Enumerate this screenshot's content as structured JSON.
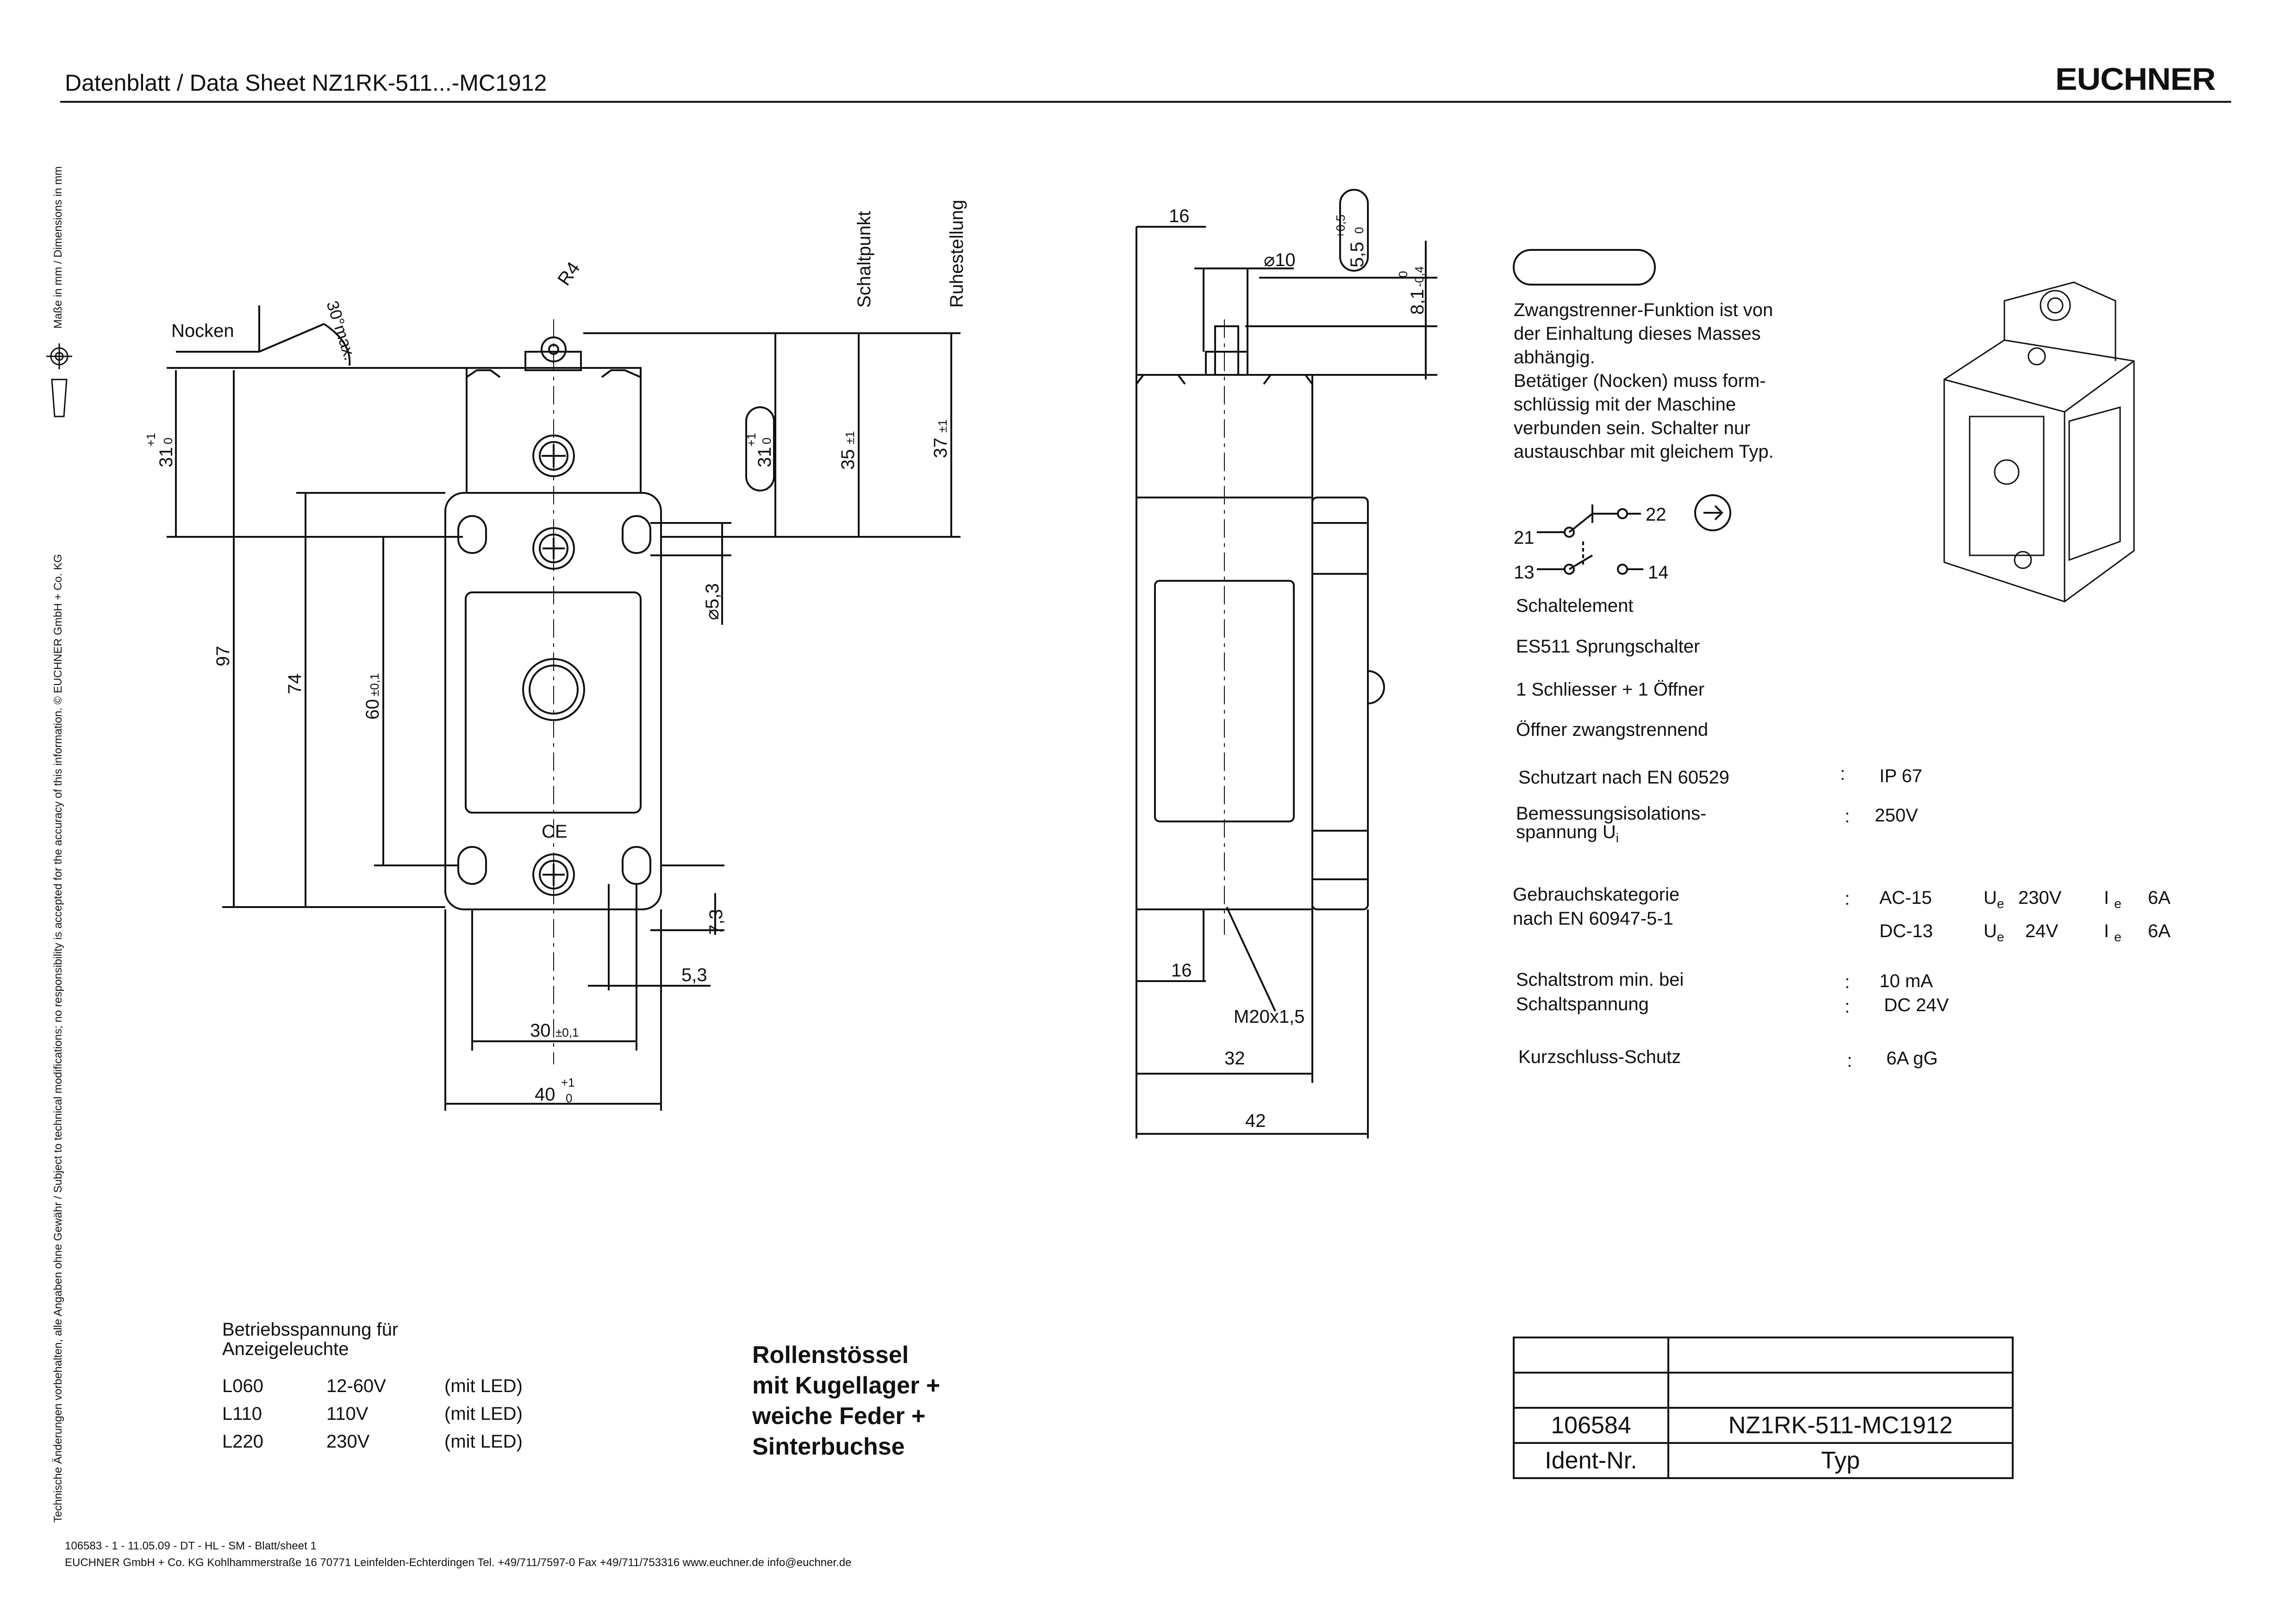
{
  "header": {
    "title": "Datenblatt / Data Sheet  NZ1RK-511...-MC1912",
    "brand": "EUCHNER"
  },
  "sidebar": {
    "text": "Technische Änderungen vorbehalten, alle Angaben ohne Gewähr / Subject to technical modifications;    no responsibility is accepted for the accuracy of this information.    © EUCHNER GmbH + Co. KG",
    "dimensions_note": "Maße in mm / Dimensions in mm"
  },
  "front_view": {
    "label_nocken": "Nocken",
    "angle_label": "30°max.",
    "radius_label": "R4",
    "label_schaltpunkt": "Schaltpunkt",
    "label_ruhestellung": "Ruhestellung",
    "dim_31": "31",
    "dim_31_tol_upper": "+1",
    "dim_31_tol_lower": "0",
    "dim_35": "35",
    "dim_35_tol": "±1",
    "dim_37": "37",
    "dim_37_tol": "±1",
    "dim_97": "97",
    "dim_74": "74",
    "dim_60": "60",
    "dim_60_tol": "±0,1",
    "dim_hole": "⌀5,3",
    "dim_73": "7,3",
    "dim_53": "5,3",
    "dim_30": "30",
    "dim_30_tol": "±0,1",
    "dim_40": "40",
    "dim_40_tol_upper": "+1",
    "dim_40_tol_lower": "0"
  },
  "side_view": {
    "dim_16_top": "16",
    "dim_d10": "⌀10",
    "dim_55": "5,5",
    "dim_55_tol_upper": "+0,5",
    "dim_55_tol_lower": "0",
    "dim_81": "8,1",
    "dim_81_tol_upper": "0",
    "dim_81_tol_lower": "-0,4",
    "dim_16_bottom": "16",
    "thread": "M20x1,5",
    "dim_32": "32",
    "dim_42": "42"
  },
  "info": {
    "function_text": [
      "Zwangstrenner-Funktion ist von",
      "der Einhaltung dieses Masses",
      "abhängig.",
      "Betätiger (Nocken) muss form-",
      "schlüssig mit der Maschine",
      "verbunden sein. Schalter nur",
      "austauschbar mit gleichem Typ."
    ],
    "contact_labels": {
      "c21": "21",
      "c22": "22",
      "c13": "13",
      "c14": "14"
    },
    "schaltelement": "Schaltelement",
    "element_type": "ES511  Sprungschalter",
    "contacts": "1 Schliesser + 1 Öffner",
    "oeffner": "Öffner zwangstrennend",
    "specs": [
      {
        "label": "Schutzart nach EN 60529",
        "sep": ":",
        "value": "IP 67"
      },
      {
        "label": "Bemessungsisolations-",
        "label2": "spannung U",
        "sub": "i",
        "sep": ":",
        "value": "250V"
      }
    ],
    "gebrauch_label1": "Gebrauchskategorie",
    "gebrauch_label2": "nach EN 60947-5-1",
    "gebrauch_sep": ":",
    "gebrauch_rows": [
      {
        "cat": "AC-15",
        "u": "U",
        "u_sub": "e",
        "u_val": "230V",
        "i": "I",
        "i_sub": "e",
        "i_val": "6A"
      },
      {
        "cat": "DC-13",
        "u": "U",
        "u_sub": "e",
        "u_val": "24V",
        "i": "I",
        "i_sub": "e",
        "i_val": "6A"
      }
    ],
    "schaltstrom_label": "Schaltstrom min. bei",
    "schaltstrom_value": "10 mA",
    "schaltspannung_label": "Schaltspannung",
    "schaltspannung_value": "DC 24V",
    "kurzschluss_label": "Kurzschluss-Schutz",
    "kurzschluss_value": "6A gG"
  },
  "lamp": {
    "heading1": "Betriebsspannung für",
    "heading2": "Anzeigeleuchte",
    "rows": [
      {
        "code": "L060",
        "voltage": "12-60V",
        "note": "(mit LED)"
      },
      {
        "code": "L110",
        "voltage": "110V",
        "note": "(mit LED)"
      },
      {
        "code": "L220",
        "voltage": "230V",
        "note": "(mit LED)"
      }
    ]
  },
  "title_block": {
    "lines": [
      "Rollenstössel",
      "mit Kugellager +",
      "weiche Feder +",
      "Sinterbuchse"
    ]
  },
  "ident_table": {
    "ident_nr": "106584",
    "typ": "NZ1RK-511-MC1912",
    "ident_header": "Ident-Nr.",
    "typ_header": "Typ"
  },
  "footer": {
    "line1": "106583 - 1 - 11.05.09 - DT - HL - SM - Blatt/sheet  1",
    "line2": "EUCHNER GmbH + Co. KG   Kohlhammerstraße 16    70771 Leinfelden-Echterdingen     Tel. +49/711/7597-0   Fax +49/711/753316   www.euchner.de   info@euchner.de"
  }
}
